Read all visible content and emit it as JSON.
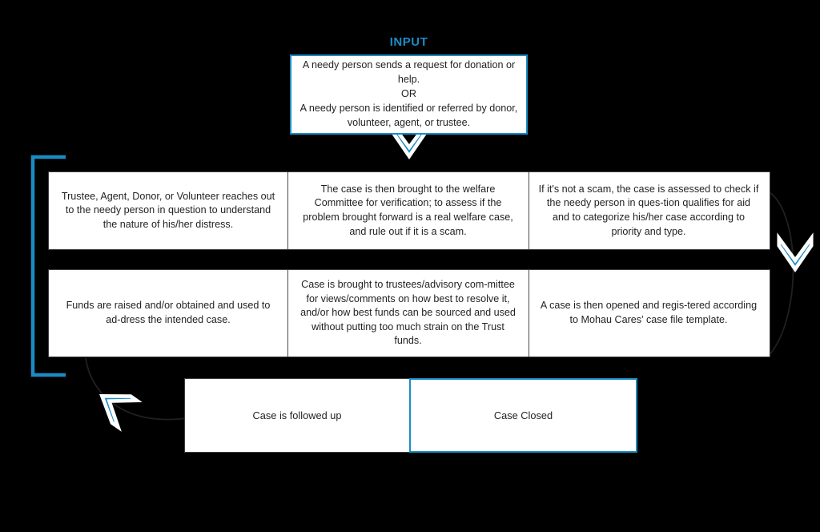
{
  "diagram": {
    "title_label": "INPUT",
    "theme": {
      "accent_blue": "#1a8cc4",
      "dark_navy": "#123f63",
      "box_border": "#3c3c3c",
      "text": "#231f20",
      "background": "#000000",
      "box_fill": "#ffffff"
    },
    "input_box": {
      "text": "A needy person sends a request for donation or help.\nOR\nA needy person is identified or referred by donor, volunteer, agent, or trustee.",
      "line1": "A needy person sends a request for donation or help.",
      "line2": "OR",
      "line3": "A needy person is identified or referred by donor, volunteer, agent, or trustee."
    },
    "row1": {
      "cells": [
        {
          "text": "Trustee, Agent, Donor, or Volunteer reaches out to the needy person in question to understand the nature of his/her distress."
        },
        {
          "text": "The case is then brought to the welfare Committee for verification; to assess if the problem brought forward is a real welfare case, and rule out if it is a scam."
        },
        {
          "text": "If it's not a scam, the case is assessed to check if the needy person in ques-tion qualifies for aid and to categorize his/her case according to priority and type."
        }
      ]
    },
    "row2": {
      "cells": [
        {
          "text": "Funds are raised and/or obtained and used to ad-dress the intended case."
        },
        {
          "text": "Case is brought to trustees/advisory com-mittee for views/comments on how best to resolve it, and/or how best funds can be sourced and used without putting too much strain on the Trust funds."
        },
        {
          "text": "A case is then opened and regis-tered according to Mohau Cares' case file template."
        }
      ]
    },
    "row3": {
      "followed_up": {
        "text": "Case is followed up"
      },
      "closed": {
        "text": "Case Closed"
      }
    },
    "connectors": [
      {
        "name": "input-to-row1",
        "kind": "chevron-down"
      },
      {
        "name": "row1-cell1-to-cell2",
        "kind": "chevron-right"
      },
      {
        "name": "row1-cell2-to-cell3",
        "kind": "chevron-right"
      },
      {
        "name": "row1-to-row2-right-curve",
        "kind": "curve-with-chevron-down"
      },
      {
        "name": "row2-cell1-to-cell2",
        "kind": "chevron-right"
      },
      {
        "name": "row2-cell2-to-cell3",
        "kind": "chevron-right"
      },
      {
        "name": "row2-to-row3-left-curve",
        "kind": "curve-with-chevron-diagonal"
      },
      {
        "name": "left-return-bracket",
        "kind": "bracket"
      },
      {
        "name": "followed-up-to-closed",
        "kind": "chevron-right"
      }
    ]
  }
}
